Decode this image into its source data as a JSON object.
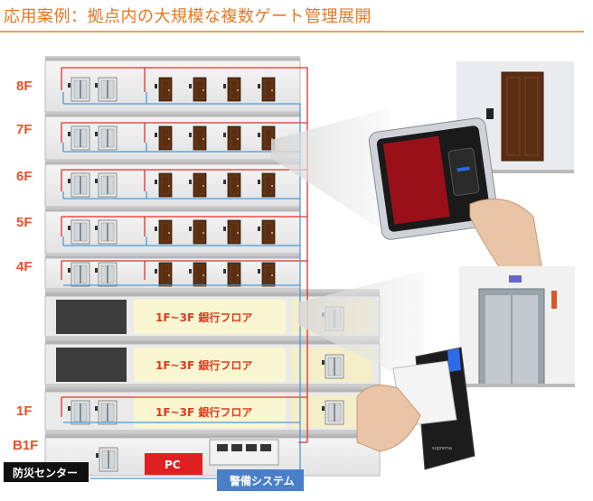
{
  "title": "応用案例：拠点内の大規模な複数ゲート管理展開",
  "floors": {
    "f8": "8F",
    "f7": "7F",
    "f6": "6F",
    "f5": "5F",
    "f4": "4F",
    "f1": "1F",
    "b1": "B1F"
  },
  "bank_floor_label": "1F~3F  銀行フロア",
  "boxes": {
    "disaster": "防災センター",
    "pc": "PC",
    "security": "警備システム"
  },
  "device_brand": "suprema",
  "colors": {
    "title": "#e87722",
    "floor_label": "#e8502a",
    "wire_red": "#e0302a",
    "wire_blue": "#4a9ad8",
    "pc_box": "#e02020",
    "security_box": "#4a7fc8"
  }
}
